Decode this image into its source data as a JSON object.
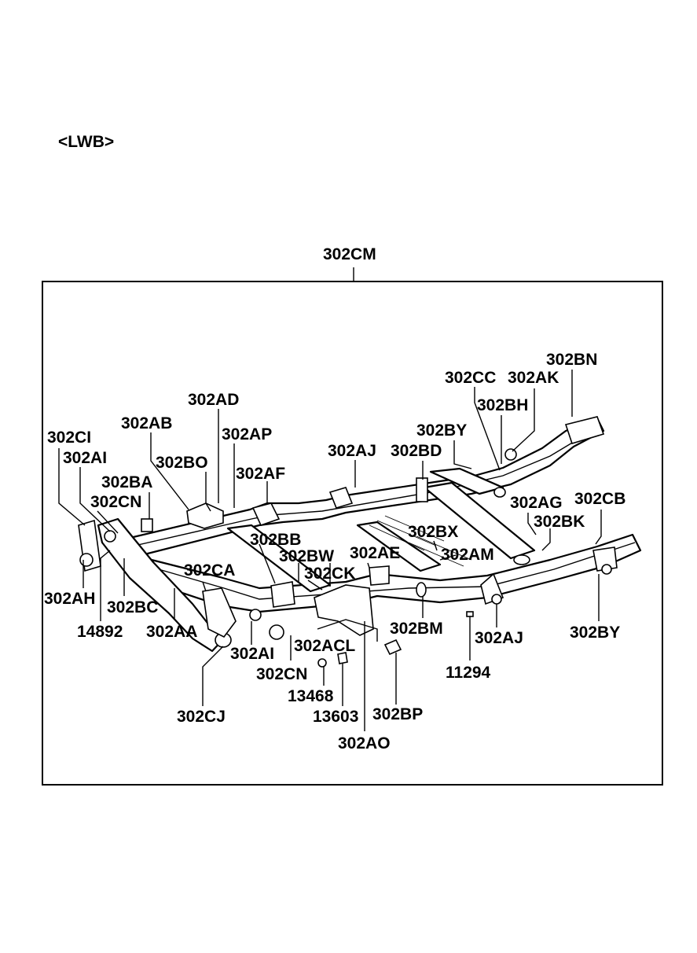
{
  "variant_label": "<LWB>",
  "assembly_label": "302CM",
  "part_labels": {
    "l_302BN": "302BN",
    "l_302CC": "302CC",
    "l_302AK": "302AK",
    "l_302BH": "302BH",
    "l_302AD": "302AD",
    "l_302BY_top": "302BY",
    "l_302AB": "302AB",
    "l_302AP": "302AP",
    "l_302CI": "302CI",
    "l_302AJ_top": "302AJ",
    "l_302BD": "302BD",
    "l_302AI_top": "302AI",
    "l_302BO": "302BO",
    "l_302AF": "302AF",
    "l_302BA": "302BA",
    "l_302AG": "302AG",
    "l_302CB": "302CB",
    "l_302CN_top": "302CN",
    "l_302BK": "302BK",
    "l_302BX": "302BX",
    "l_302BB": "302BB",
    "l_302AE": "302AE",
    "l_302AM": "302AM",
    "l_302BW": "302BW",
    "l_302CA": "302CA",
    "l_302CK": "302CK",
    "l_302AH": "302AH",
    "l_302BC": "302BC",
    "l_302BM": "302BM",
    "l_302AJ_bot": "302AJ",
    "l_302BY_bot": "302BY",
    "l_14892": "14892",
    "l_302AA": "302AA",
    "l_302ACL": "302ACL",
    "l_302AI_bot": "302AI",
    "l_302CN_bot": "302CN",
    "l_11294": "11294",
    "l_13468": "13468",
    "l_13603": "13603",
    "l_302CJ": "302CJ",
    "l_302BP": "302BP",
    "l_302AO": "302AO"
  }
}
